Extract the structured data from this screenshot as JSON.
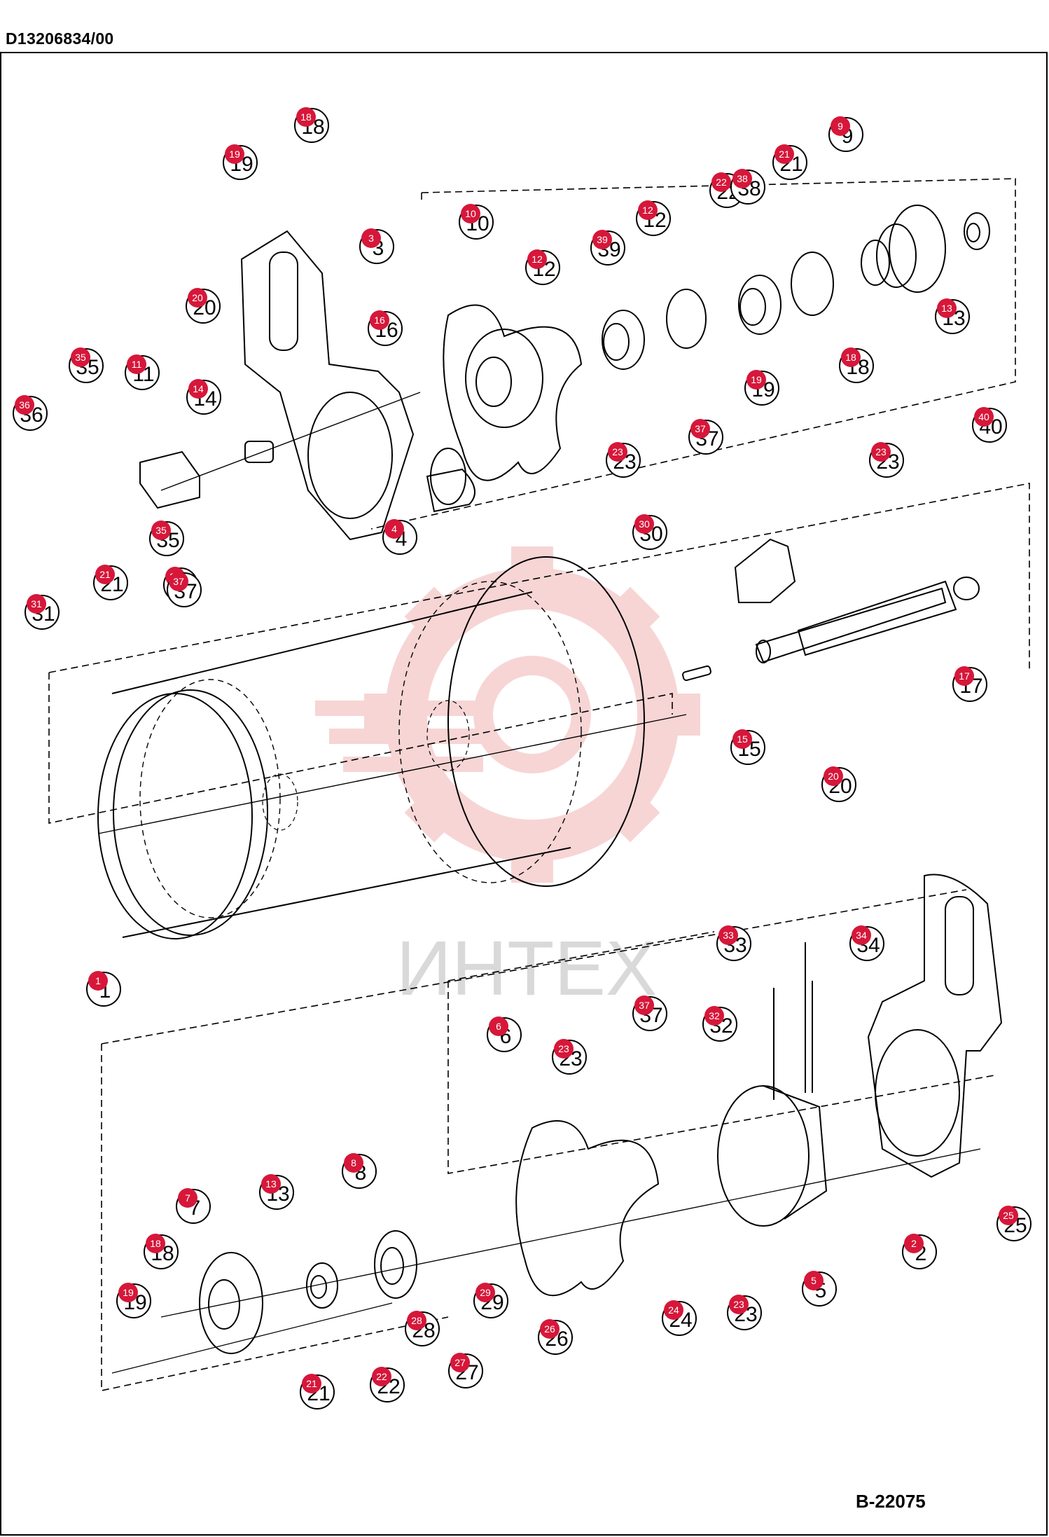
{
  "document_id": "D13206834/00",
  "drawing_number": "B-22075",
  "watermark_text": "ИНТЕХ",
  "colors": {
    "callout_marker": "#d6173a",
    "watermark": "#f1b3b3",
    "line": "#000000"
  },
  "callouts": [
    {
      "id": "1",
      "printed": "1"
    },
    {
      "id": "2",
      "printed": "2"
    },
    {
      "id": "3",
      "printed": "3"
    },
    {
      "id": "4",
      "printed": "4"
    },
    {
      "id": "5",
      "printed": "5"
    },
    {
      "id": "6",
      "printed": "6"
    },
    {
      "id": "7",
      "printed": "7"
    },
    {
      "id": "8",
      "printed": "8"
    },
    {
      "id": "9",
      "printed": "9"
    },
    {
      "id": "10",
      "printed": "10"
    },
    {
      "id": "11",
      "printed": "11"
    },
    {
      "id": "12",
      "printed": "12"
    },
    {
      "id": "12",
      "printed": "12"
    },
    {
      "id": "13",
      "printed": "13"
    },
    {
      "id": "13",
      "printed": "13"
    },
    {
      "id": "14",
      "printed": "14"
    },
    {
      "id": "15",
      "printed": "15"
    },
    {
      "id": "16",
      "printed": "16"
    },
    {
      "id": "17",
      "printed": "17"
    },
    {
      "id": "18",
      "printed": "18"
    },
    {
      "id": "18",
      "printed": "18"
    },
    {
      "id": "18",
      "printed": "18"
    },
    {
      "id": "19",
      "printed": "19"
    },
    {
      "id": "19",
      "printed": "19"
    },
    {
      "id": "19",
      "printed": "19"
    },
    {
      "id": "20",
      "printed": "20"
    },
    {
      "id": "20",
      "printed": "20"
    },
    {
      "id": "21",
      "printed": "21"
    },
    {
      "id": "21",
      "printed": "21"
    },
    {
      "id": "21",
      "printed": "21"
    },
    {
      "id": "22",
      "printed": "22"
    },
    {
      "id": "22",
      "printed": "22"
    },
    {
      "id": "23",
      "printed": "23"
    },
    {
      "id": "23",
      "printed": "23"
    },
    {
      "id": "23",
      "printed": "23"
    },
    {
      "id": "23",
      "printed": "23"
    },
    {
      "id": "23",
      "printed": "23"
    },
    {
      "id": "24",
      "printed": "24"
    },
    {
      "id": "25",
      "printed": "25"
    },
    {
      "id": "26",
      "printed": "26"
    },
    {
      "id": "27",
      "printed": "27"
    },
    {
      "id": "28",
      "printed": "28"
    },
    {
      "id": "29",
      "printed": "29"
    },
    {
      "id": "30",
      "printed": "30"
    },
    {
      "id": "31",
      "printed": "31"
    },
    {
      "id": "32",
      "printed": "32"
    },
    {
      "id": "33",
      "printed": "33"
    },
    {
      "id": "34",
      "printed": "34"
    },
    {
      "id": "35",
      "printed": "35"
    },
    {
      "id": "35",
      "printed": "35"
    },
    {
      "id": "36",
      "printed": "36"
    },
    {
      "id": "37",
      "printed": "37"
    },
    {
      "id": "37",
      "printed": "37"
    },
    {
      "id": "37",
      "printed": "37"
    },
    {
      "id": "38",
      "printed": "38"
    },
    {
      "id": "39",
      "printed": "39"
    },
    {
      "id": "40",
      "printed": "40"
    }
  ]
}
